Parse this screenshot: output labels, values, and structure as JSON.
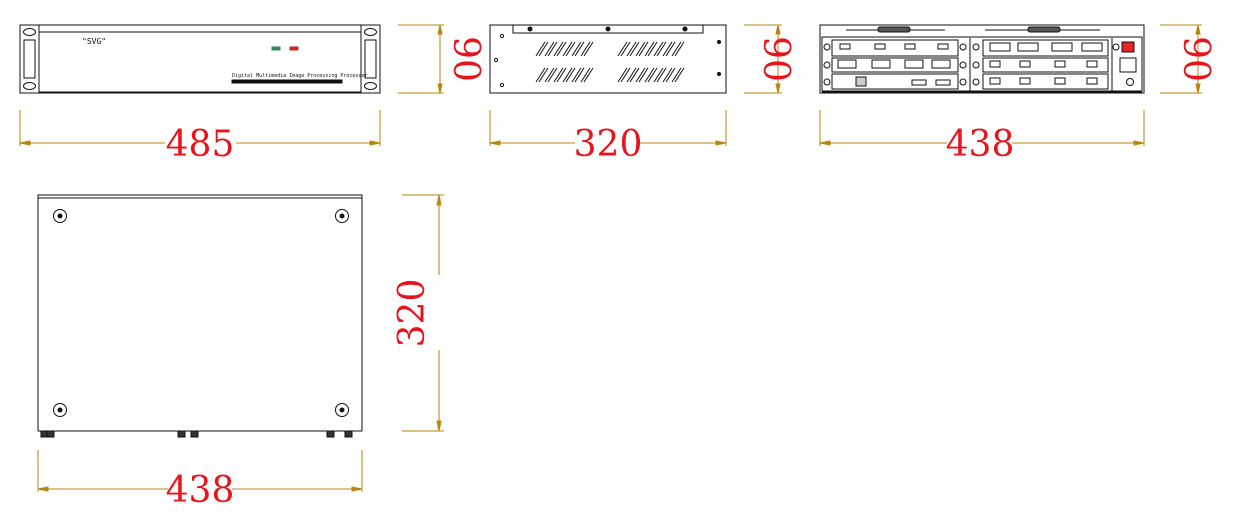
{
  "colors": {
    "outline": "#111111",
    "dimension_line": "#b8860b",
    "dimension_text": "#e8141c",
    "led_green": "#2e8b57",
    "led_red": "#cc2222",
    "power_switch": "#e32727"
  },
  "front_view": {
    "brand": "\"SVG\"",
    "subtitle": "Digital Multimedia Image Processing Processor",
    "width_label": "485",
    "height_label": "90"
  },
  "side_view": {
    "width_label": "320",
    "height_label": "90"
  },
  "rear_view": {
    "width_label": "438",
    "height_label": "90"
  },
  "top_view": {
    "width_label": "438",
    "depth_label": "320"
  }
}
